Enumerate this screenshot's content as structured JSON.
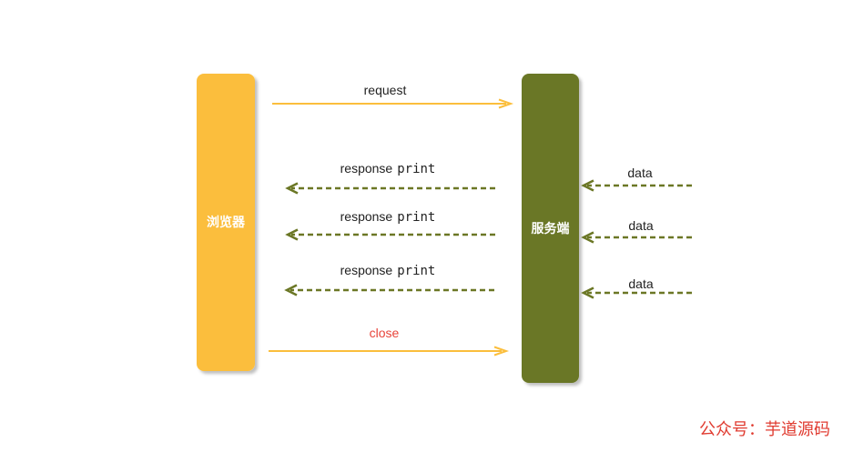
{
  "nodes": {
    "browser": {
      "label": "浏览器",
      "fill": "#FBBE3C"
    },
    "server": {
      "label": "服务端",
      "fill": "#6B7725"
    }
  },
  "colors": {
    "request_arrow": "#FBBE3C",
    "response_arrow": "#6B7725",
    "close_label": "#E8443A",
    "label_text": "#222222",
    "watermark": "#E03B30"
  },
  "messages": {
    "request": "request",
    "responses": [
      {
        "word": "response",
        "code": "print"
      },
      {
        "word": "response",
        "code": "print"
      },
      {
        "word": "response",
        "code": "print"
      }
    ],
    "data_inputs": [
      "data",
      "data",
      "data"
    ],
    "close": "close"
  },
  "watermark": "公众号：芋道源码"
}
